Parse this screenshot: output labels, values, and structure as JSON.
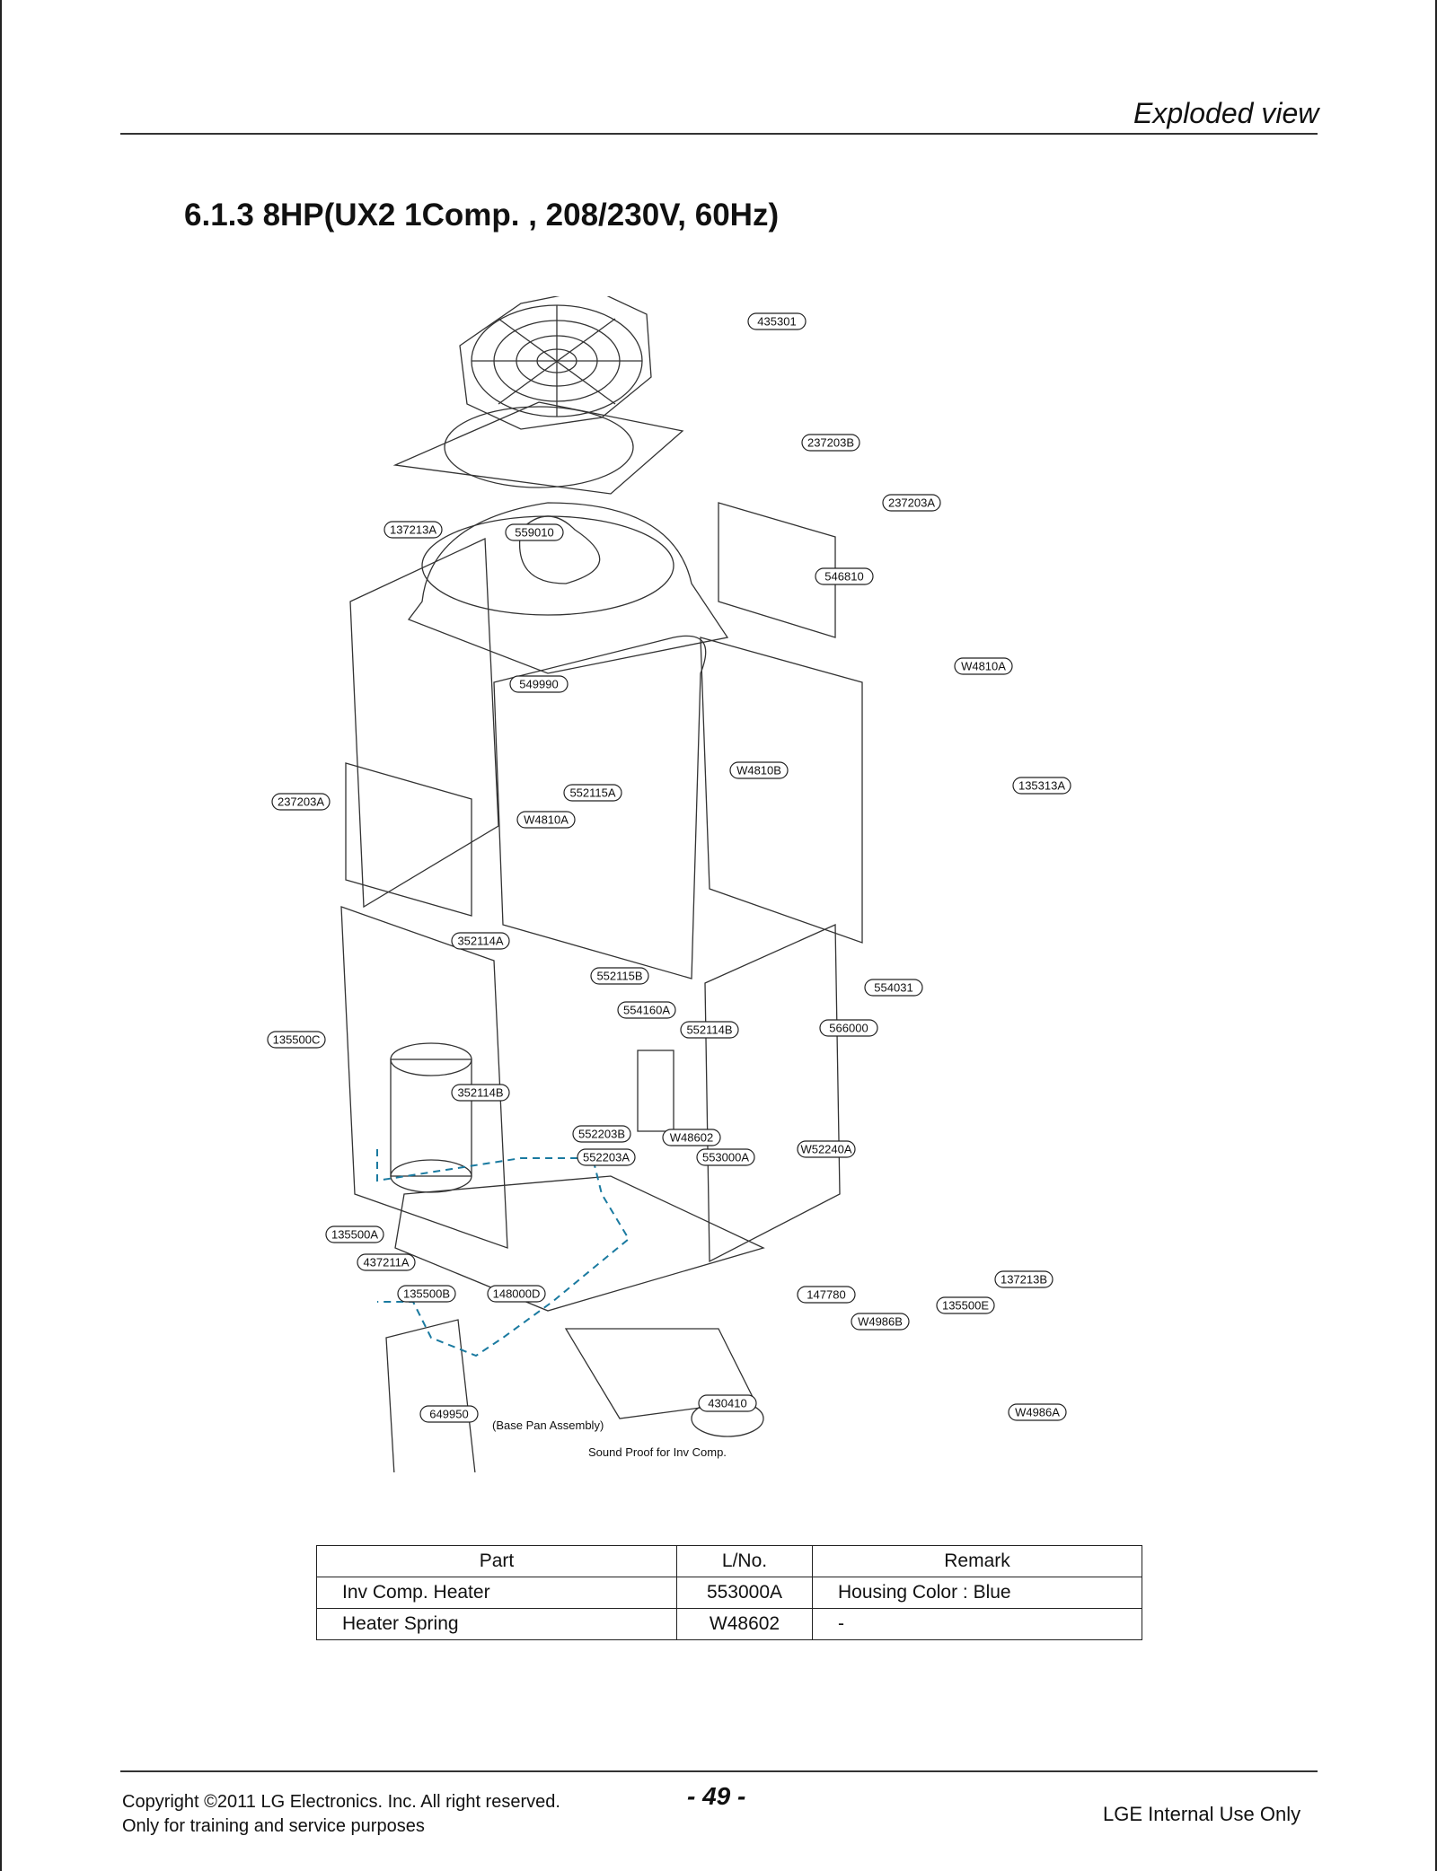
{
  "header": {
    "section": "Exploded view"
  },
  "title": "6.1.3  8HP(UX2 1Comp. , 208/230V, 60Hz)",
  "diagram": {
    "callouts": [
      {
        "id": "c1",
        "label": "435301"
      },
      {
        "id": "c2",
        "label": "237203B"
      },
      {
        "id": "c3",
        "label": "237203A"
      },
      {
        "id": "c4",
        "label": "137213A"
      },
      {
        "id": "c5",
        "label": "559010"
      },
      {
        "id": "c6",
        "label": "546810"
      },
      {
        "id": "c7",
        "label": "W4810A"
      },
      {
        "id": "c8",
        "label": "549990"
      },
      {
        "id": "c9",
        "label": "W4810B"
      },
      {
        "id": "c10",
        "label": "135313A"
      },
      {
        "id": "c11",
        "label": "237203A"
      },
      {
        "id": "c12",
        "label": "552115A"
      },
      {
        "id": "c13",
        "label": "W4810A"
      },
      {
        "id": "c14",
        "label": "352114A"
      },
      {
        "id": "c15",
        "label": "552115B"
      },
      {
        "id": "c16",
        "label": "554031"
      },
      {
        "id": "c17",
        "label": "554160A"
      },
      {
        "id": "c18",
        "label": "552114B"
      },
      {
        "id": "c19",
        "label": "566000"
      },
      {
        "id": "c20",
        "label": "135500C"
      },
      {
        "id": "c21",
        "label": "352114B"
      },
      {
        "id": "c22",
        "label": "552203B"
      },
      {
        "id": "c23",
        "label": "W48602"
      },
      {
        "id": "c24",
        "label": "W52240A"
      },
      {
        "id": "c25",
        "label": "552203A"
      },
      {
        "id": "c26",
        "label": "553000A"
      },
      {
        "id": "c27",
        "label": "135500A"
      },
      {
        "id": "c28",
        "label": "437211A"
      },
      {
        "id": "c29",
        "label": "135500B"
      },
      {
        "id": "c30",
        "label": "148000D"
      },
      {
        "id": "c31",
        "label": "147780"
      },
      {
        "id": "c32",
        "label": "137213B"
      },
      {
        "id": "c33",
        "label": "135500E"
      },
      {
        "id": "c34",
        "label": "W4986B"
      },
      {
        "id": "c35",
        "label": "649950"
      },
      {
        "id": "c36",
        "label": "430410"
      },
      {
        "id": "c37",
        "label": "W4986A"
      }
    ],
    "base_pan_note": "(Base Pan Assembly)",
    "sound_proof_note": "Sound Proof for Inv Comp."
  },
  "parts_table": {
    "headers": [
      "Part",
      "L/No.",
      "Remark"
    ],
    "rows": [
      [
        "Inv Comp. Heater",
        "553000A",
        "Housing Color  : Blue"
      ],
      [
        "Heater Spring",
        "W48602",
        "-"
      ]
    ]
  },
  "footer": {
    "copyright": "Copyright ©2011 LG Electronics. Inc. All right reserved.",
    "purpose": "Only for training and service purposes",
    "page_number": "- 49 -",
    "internal": "LGE Internal Use Only"
  }
}
